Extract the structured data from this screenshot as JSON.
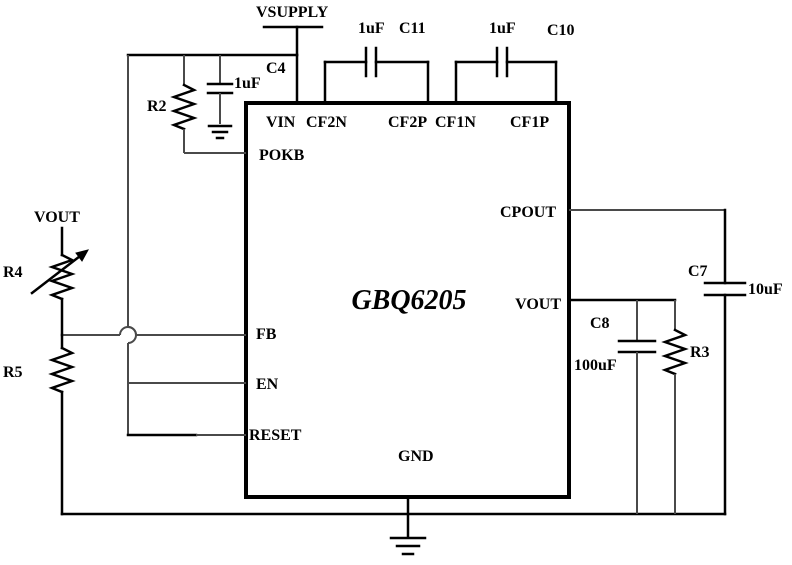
{
  "chip": {
    "name": "GBQ6205"
  },
  "pins": {
    "vin": "VIN",
    "cf2n": "CF2N",
    "cf2p": "CF2P",
    "cf1n": "CF1N",
    "cf1p": "CF1P",
    "pokb": "POKB",
    "cpout": "CPOUT",
    "vout": "VOUT",
    "fb": "FB",
    "en": "EN",
    "reset": "RESET",
    "gnd": "GND"
  },
  "nets": {
    "vsupply": "VSUPPLY",
    "vout": "VOUT"
  },
  "components": {
    "c11": {
      "ref": "C11",
      "value": "1uF"
    },
    "c10": {
      "ref": "C10",
      "value": "1uF"
    },
    "c4": {
      "ref": "C4",
      "value": "1uF"
    },
    "c7": {
      "ref": "C7",
      "value": "10uF"
    },
    "c8": {
      "ref": "C8",
      "value": "100uF"
    },
    "r2": {
      "ref": "R2"
    },
    "r3": {
      "ref": "R3"
    },
    "r4": {
      "ref": "R4"
    },
    "r5": {
      "ref": "R5"
    }
  }
}
